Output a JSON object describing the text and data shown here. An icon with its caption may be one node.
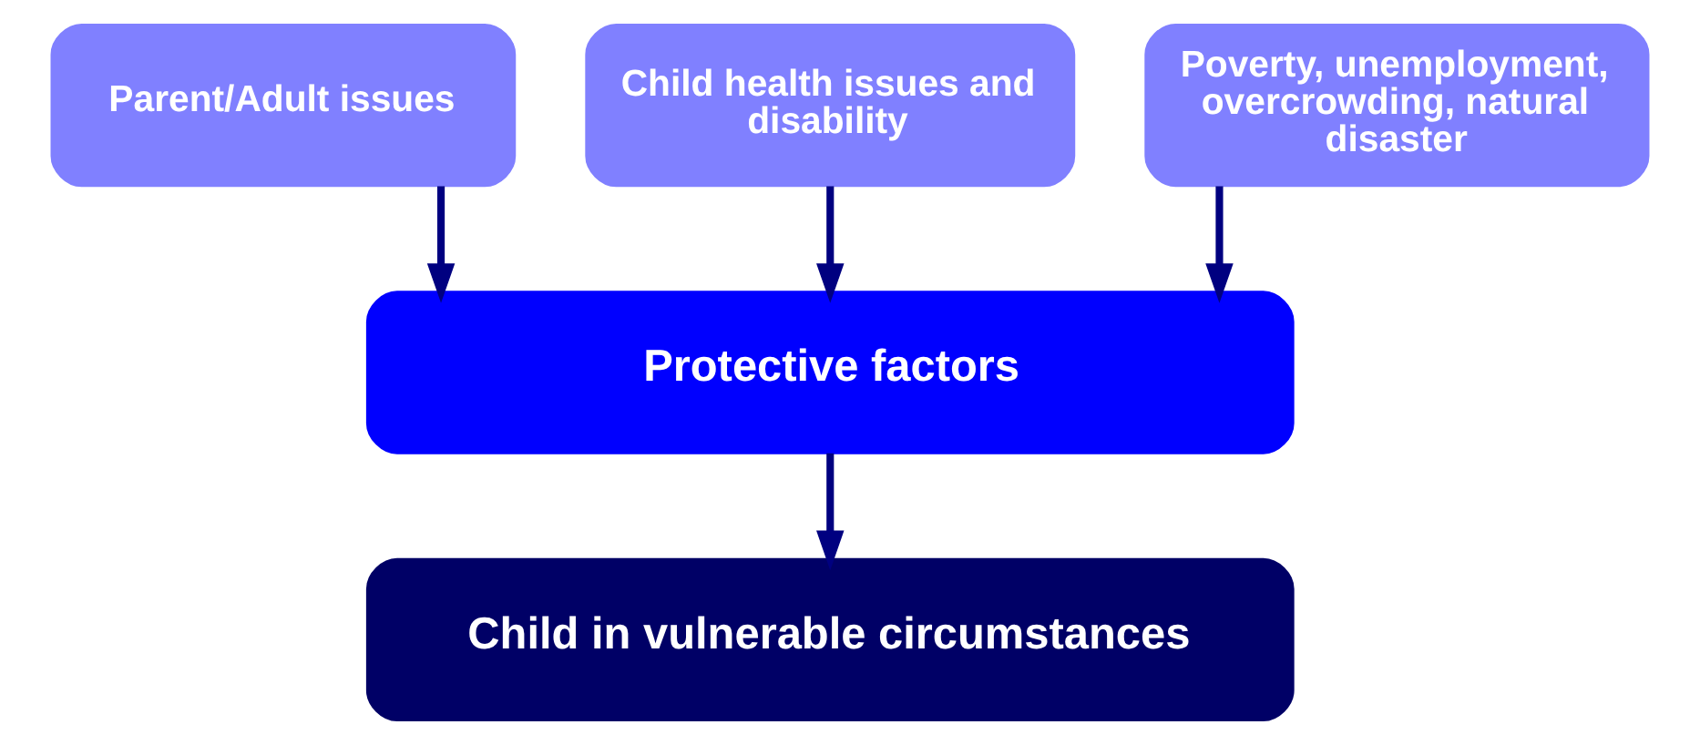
{
  "diagram": {
    "nodes": [
      {
        "text": [
          "Parent/Adult issues"
        ]
      },
      {
        "text": [
          "Child health issues and disability"
        ]
      },
      {
        "text": [
          "Poverty, unemployment, overcrowding, natural disaster"
        ]
      },
      {
        "text": [
          "Protective factors"
        ]
      },
      {
        "text": [
          "Child in vulnerable circumstances"
        ]
      }
    ],
    "edges": [
      {
        "from": 0,
        "to": 3,
        "arrow": "to"
      },
      {
        "from": 1,
        "to": 3,
        "arrow": "to"
      },
      {
        "from": 2,
        "to": 3,
        "arrow": "to"
      },
      {
        "from": 3,
        "to": 4,
        "arrow": "to"
      }
    ]
  }
}
